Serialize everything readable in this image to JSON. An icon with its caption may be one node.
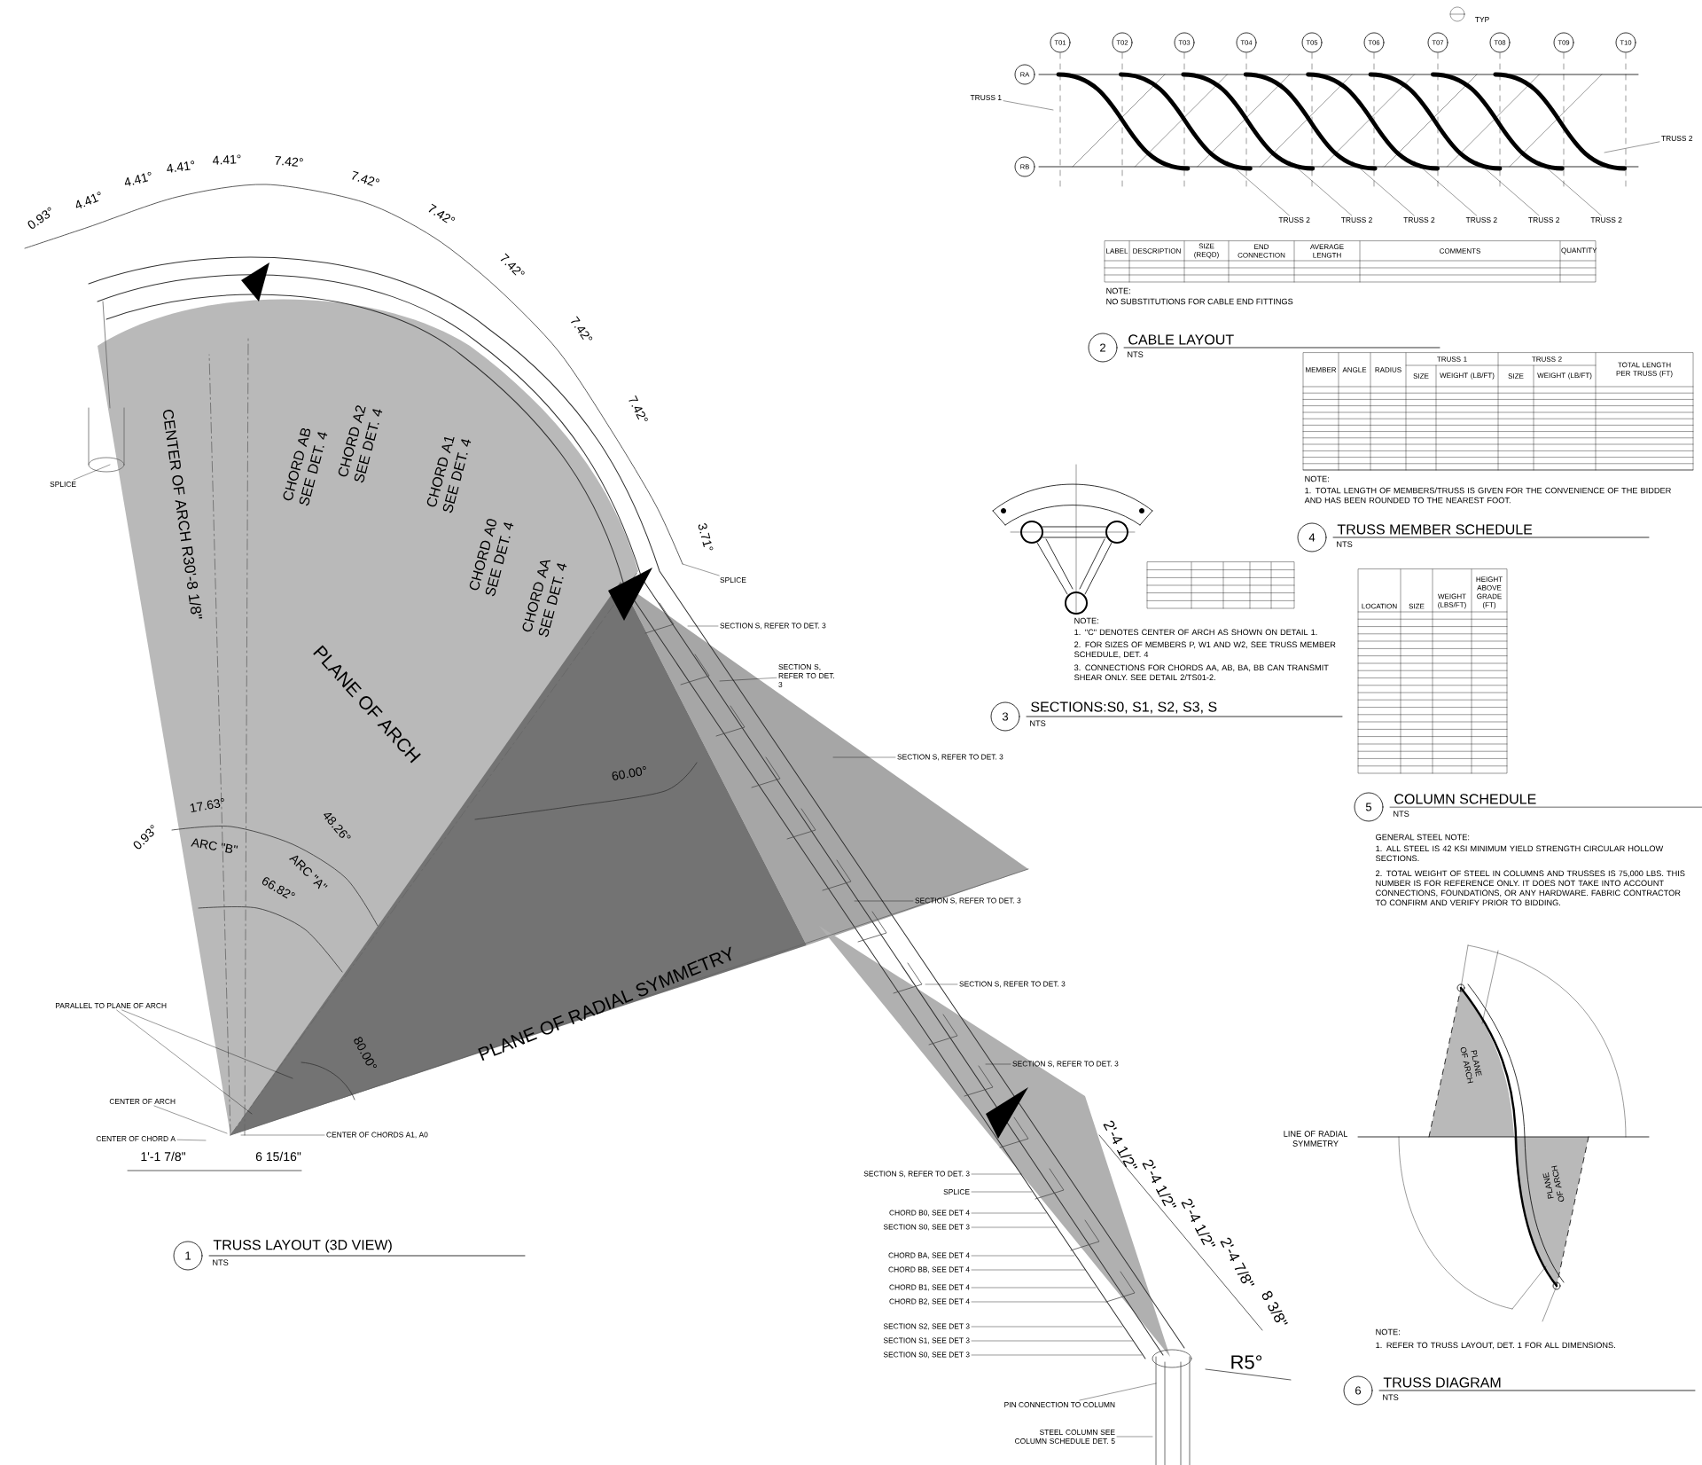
{
  "diagram": {
    "nodes": [
      {
        "text": [
          "1"
        ],
        "beside": [
          "TRUSS LAYOUT (3D VIEW)",
          "NTS"
        ]
      },
      {
        "text": [
          "2"
        ],
        "beside": [
          "CABLE LAYOUT",
          "NTS"
        ]
      },
      {
        "text": [
          "3"
        ],
        "beside": [
          "SECTIONS:S0, S1, S2, S3, S",
          "NTS"
        ]
      },
      {
        "text": [
          "4"
        ],
        "beside": [
          "TRUSS MEMBER SCHEDULE",
          "NTS"
        ]
      },
      {
        "text": [
          "5"
        ],
        "beside": [
          "COLUMN SCHEDULE",
          "NTS"
        ]
      },
      {
        "text": [
          "6"
        ],
        "beside": [
          "TRUSS DIAGRAM",
          "NTS"
        ]
      },
      {
        "text": [
          "T01"
        ]
      },
      {
        "text": [
          "T02"
        ]
      },
      {
        "text": [
          "T03"
        ]
      },
      {
        "text": [
          "T04"
        ]
      },
      {
        "text": [
          "T05"
        ]
      },
      {
        "text": [
          "T06"
        ]
      },
      {
        "text": [
          "T07"
        ]
      },
      {
        "text": [
          "T08"
        ]
      },
      {
        "text": [
          "T09"
        ]
      },
      {
        "text": [
          "T10"
        ]
      },
      {
        "text": [
          "RA"
        ]
      },
      {
        "text": [
          "RB"
        ]
      },
      {
        "text": [
          "TRUSS 1"
        ]
      },
      {
        "text": [
          "TRUSS 2"
        ]
      },
      {
        "text": [
          "TRUSS 2"
        ]
      },
      {
        "text": [
          "TRUSS 2"
        ]
      },
      {
        "text": [
          "TRUSS 2"
        ]
      },
      {
        "text": [
          "TRUSS 2"
        ]
      },
      {
        "text": [
          "TRUSS 2"
        ]
      },
      {
        "text": [
          "TRUSS 2"
        ]
      },
      {
        "text": [
          "SPLICE"
        ]
      },
      {
        "text": [
          "SPLICE"
        ]
      },
      {
        "text": [
          "SECTION S, REFER TO DET. 3"
        ]
      },
      {
        "text": [
          "SECTION S, REFER TO DET. 3"
        ]
      },
      {
        "text": [
          "SECTION S, REFER TO DET. 3"
        ]
      },
      {
        "text": [
          "SECTION S, REFER TO DET. 3"
        ]
      },
      {
        "text": [
          "SECTION S, REFER TO DET. 3"
        ]
      },
      {
        "text": [
          "SECTION S, REFER TO DET. 3"
        ]
      },
      {
        "text": [
          "PARALLEL TO PLANE OF ARCH"
        ]
      },
      {
        "text": [
          "CENTER OF ARCH"
        ]
      },
      {
        "text": [
          "CENTER OF CHORD A"
        ]
      },
      {
        "text": [
          "CENTER OF CHORDS A1, A0"
        ]
      },
      {
        "text": [
          "SECTION S, REFER TO DET. 3"
        ]
      },
      {
        "text": [
          "SPLICE"
        ]
      },
      {
        "text": [
          "CHORD B0, SEE DET 4"
        ]
      },
      {
        "text": [
          "SECTION S0, SEE DET 3"
        ]
      },
      {
        "text": [
          "CHORD BA, SEE DET 4"
        ]
      },
      {
        "text": [
          "CHORD BB, SEE DET 4"
        ]
      },
      {
        "text": [
          "CHORD B1, SEE DET 4"
        ]
      },
      {
        "text": [
          "CHORD B2, SEE DET 4"
        ]
      },
      {
        "text": [
          "SECTION S2, SEE DET 3"
        ]
      },
      {
        "text": [
          "SECTION S1, SEE DET 3"
        ]
      },
      {
        "text": [
          "SECTION S0, SEE DET 3"
        ]
      },
      {
        "text": [
          "PIN CONNECTION TO COLUMN"
        ]
      },
      {
        "text": [
          "STEEL COLUMN SEE COLUMN SCHEDULE DET. 5"
        ]
      }
    ],
    "edges": [
      {
        "from": 18,
        "to": null,
        "arrow": "none"
      },
      {
        "from": 19,
        "to": null,
        "arrow": "none"
      },
      {
        "from": 20,
        "to": null,
        "arrow": "none"
      },
      {
        "from": 21,
        "to": null,
        "arrow": "none"
      },
      {
        "from": 22,
        "to": null,
        "arrow": "none"
      },
      {
        "from": 23,
        "to": null,
        "arrow": "none"
      },
      {
        "from": 24,
        "to": null,
        "arrow": "none"
      },
      {
        "from": 25,
        "to": null,
        "arrow": "none"
      },
      {
        "from": 26,
        "to": null,
        "arrow": "none"
      },
      {
        "from": 27,
        "to": null,
        "arrow": "none"
      },
      {
        "from": 28,
        "to": null,
        "arrow": "none"
      },
      {
        "from": 29,
        "to": null,
        "arrow": "none"
      },
      {
        "from": 30,
        "to": null,
        "arrow": "none"
      },
      {
        "from": 31,
        "to": null,
        "arrow": "none"
      },
      {
        "from": 32,
        "to": null,
        "arrow": "none"
      },
      {
        "from": 33,
        "to": null,
        "arrow": "none"
      },
      {
        "from": 34,
        "to": null,
        "arrow": "none"
      },
      {
        "from": 34,
        "to": null,
        "arrow": "none"
      },
      {
        "from": 35,
        "to": null,
        "arrow": "none"
      },
      {
        "from": 36,
        "to": null,
        "arrow": "none"
      },
      {
        "from": 37,
        "to": null,
        "arrow": "none"
      },
      {
        "from": 38,
        "to": null,
        "arrow": "none"
      },
      {
        "from": 39,
        "to": null,
        "arrow": "none"
      },
      {
        "from": 40,
        "to": null,
        "arrow": "none"
      },
      {
        "from": 41,
        "to": null,
        "arrow": "none"
      },
      {
        "from": 42,
        "to": null,
        "arrow": "none"
      },
      {
        "from": 43,
        "to": null,
        "arrow": "none"
      },
      {
        "from": 44,
        "to": null,
        "arrow": "none"
      },
      {
        "from": 45,
        "to": null,
        "arrow": "none"
      },
      {
        "from": 46,
        "to": null,
        "arrow": "none"
      },
      {
        "from": 47,
        "to": null,
        "arrow": "none"
      },
      {
        "from": 48,
        "to": null,
        "arrow": "none"
      },
      {
        "from": 49,
        "to": null,
        "arrow": "none"
      },
      {
        "from": 50,
        "to": null,
        "arrow": "none"
      }
    ],
    "labels": [
      "0.93°",
      "4.41°",
      "4.41°",
      "4.41°",
      "4.41°",
      "7.42°",
      "7.42°",
      "7.42°",
      "7.42°",
      "7.42°",
      "7.42°",
      "3.71°",
      "CENTER OF ARCH R30'-8 1/8\"",
      "CHORD AB SEE DET. 4",
      "CHORD A2 SEE DET. 4",
      "CHORD A1 SEE DET. 4",
      "CHORD A0 SEE DET. 4",
      "CHORD AA SEE DET. 4",
      "PLANE OF ARCH",
      "60.00°",
      "17.63°",
      "ARC \"B\"",
      "0.93°",
      "48.26°",
      "ARC \"A\"",
      "66.82°",
      "80.00°",
      "PLANE OF RADIAL SYMMETRY",
      "1'-1 7/8\"",
      "6 15/16\"",
      "2'-4 1/2\"",
      "2'-4 1/2\"",
      "2'-4 1/2\"",
      "2'-4 7/8\"",
      "8 3/8\"",
      "R5°",
      "TYP",
      "LABEL",
      "DESCRIPTION",
      "SIZE (REQD)",
      "END CONNECTION",
      "AVERAGE LENGTH",
      "COMMENTS",
      "QUANTITY",
      "NOTE:",
      "NO SUBSTITUTIONS FOR CABLE END FITTINGS",
      "MEMBER",
      "ANGLE",
      "RADIUS",
      "TRUSS 1",
      "SIZE",
      "WEIGHT (LB/FT)",
      "TRUSS 2",
      "SIZE",
      "WEIGHT (LB/FT)",
      "TOTAL LENGTH PER TRUSS (FT)",
      "NOTE:",
      "1. TOTAL LENGTH OF MEMBERS/TRUSS IS GIVEN FOR THE CONVENIENCE OF THE BIDDER AND HAS BEEN ROUNDED TO THE NEAREST FOOT.",
      "NOTE:",
      "1. \"C\" DENOTES CENTER OF ARCH AS SHOWN ON DETAIL 1.",
      "2. FOR SIZES OF MEMBERS P, W1 AND W2, SEE TRUSS MEMBER SCHEDULE, DET. 4",
      "3. CONNECTIONS FOR CHORDS AA, AB, BA, BB CAN TRANSMIT SHEAR ONLY. SEE DETAIL 2/TS01-2.",
      "LOCATION",
      "SIZE",
      "WEIGHT (LBS/FT)",
      "HEIGHT ABOVE GRADE (FT)",
      "GENERAL STEEL NOTE:",
      "1. ALL STEEL IS 42 KSI MINIMUM YIELD STRENGTH CIRCULAR HOLLOW SECTIONS.",
      "2. TOTAL WEIGHT OF STEEL IN COLUMNS AND TRUSSES IS 75,000 LBS. THIS NUMBER IS FOR REFERENCE ONLY. IT DOES NOT TAKE INTO ACCOUNT CONNECTIONS, FOUNDATIONS, OR ANY HARDWARE. FABRIC CONTRACTOR TO CONFIRM AND VERIFY PRIOR TO BIDDING.",
      "LINE OF RADIAL SYMMETRY",
      "PLANE OF ARCH",
      "PLANE OF ARCH",
      "NOTE:",
      "1. REFER TO TRUSS LAYOUT, DET. 1 FOR ALL DIMENSIONS."
    ]
  }
}
